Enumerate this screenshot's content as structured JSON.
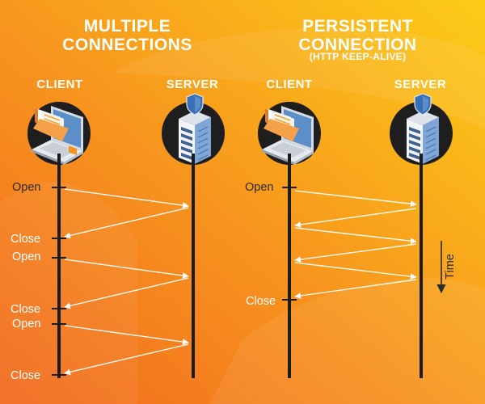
{
  "sections": [
    {
      "title_line1": "MULTIPLE",
      "title_line2": "CONNECTIONS"
    },
    {
      "title_line1": "PERSISTENT",
      "title_line2": "CONNECTION",
      "subtitle": "(HTTP KEEP-ALIVE)"
    }
  ],
  "roles": {
    "client": "CLIENT",
    "server": "SERVER"
  },
  "events": {
    "open": "Open",
    "close": "Close"
  },
  "time_label": "Time",
  "icons": {
    "client": "laptop-folder-icon",
    "server": "server-shield-icon"
  },
  "colors": {
    "bg_left": "#F47B20",
    "bg_right": "#FBC918",
    "line": "#1C1C1C",
    "arrow": "#FFFFFF",
    "screen": "#5C8FC7"
  }
}
